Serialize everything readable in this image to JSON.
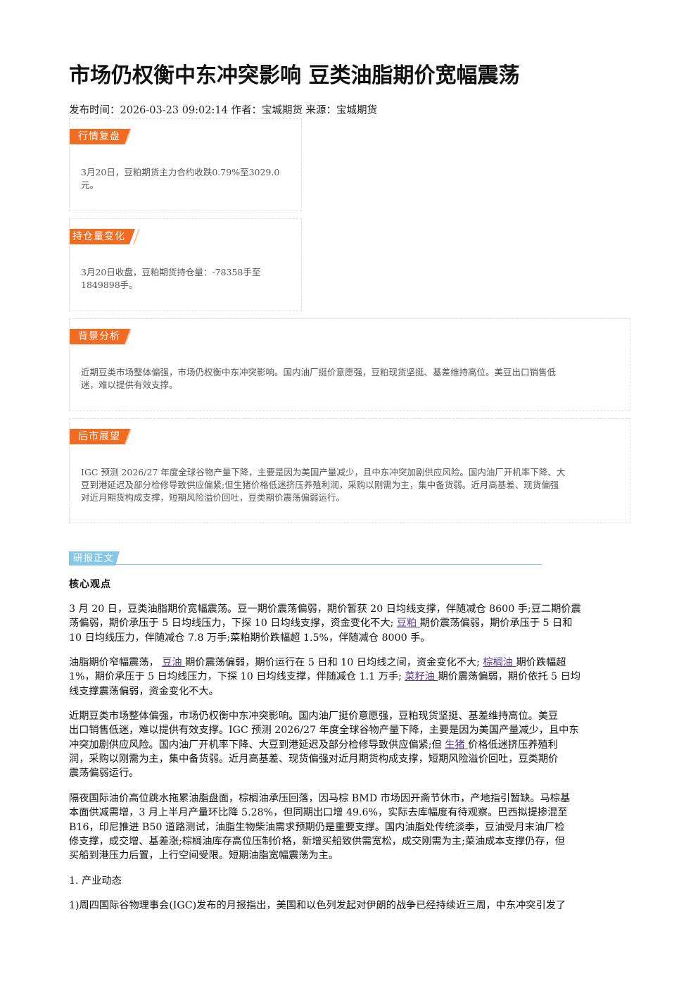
{
  "article": {
    "title": "市场仍权衡中东冲突影响 豆类油脂期价宽幅震荡",
    "meta": "发布时间：2026-03-23 09:02:14 作者：宝城期货 来源：宝城期货"
  },
  "boxes": {
    "market_review": {
      "tag": "行情复盘",
      "lines": [
        "3月20日，豆粕期货主力合约收跌0.79%至3029.0",
        "元。"
      ]
    },
    "position_change": {
      "tag": "持仓量变化",
      "lines": [
        "3月20日收盘，豆粕期货持仓量：-78358手至",
        "1849898手。"
      ]
    },
    "background": {
      "tag": "背景分析",
      "lines": [
        "近期豆类市场整体偏强，市场仍权衡中东冲突影响。国内油厂挺价意愿强，豆粕现货坚挺、基差维持高位。美豆出口销售低",
        "迷，难以提供有效支撑。"
      ]
    },
    "outlook": {
      "tag": "后市展望",
      "lines": [
        "IGC 预测 2026/27 年度全球谷物产量下降，主要是因为美国产量减少，且中东冲突加剧供应风险。国内油厂开机率下降、大",
        "豆到港延迟及部分检修导致供应偏紧;但生猪价格低迷挤压养殖利润，采购以刚需为主，集中备货弱。近月高基差、现货偏强",
        "对近月期货构成支撑，短期风险溢价回吐，豆类期价震荡偏弱运行。"
      ]
    }
  },
  "report": {
    "section_tag": "研报正文",
    "core_heading": "核心观点",
    "p1": {
      "l1": "3 月 20 日，豆类油脂期价宽幅震荡。豆一期价震荡偏弱，期价暂获 20 日均线支撑，伴随减仓 8600 手;豆二期价震",
      "l2a": "荡偏弱，期价承压于 5 日均线压力，下探 10 日均线支撑，资金变化不大; ",
      "link1": "豆粕 ",
      "l2b": "期价震荡偏弱，期价承压于 5 日和",
      "l3": "10 日均线压力，伴随减仓 7.8 万手;菜粕期价跌幅超 1.5%，伴随减仓 8000 手。"
    },
    "p2": {
      "l1a": "油脂期价窄幅震荡， ",
      "link1": "豆油 ",
      "l1b": "期价震荡偏弱，期价运行在 5 日和 10 日均线之间，资金变化不大; ",
      "link2": "棕榈油 ",
      "l1c": "期价跌幅超",
      "l2a": "1%，期价承压于 5 日均线压力，下探 10 日均线支撑，伴随减仓 1.1 万手; ",
      "link3": "菜籽油 ",
      "l2b": "期价震荡偏弱，期价依托 5 日均",
      "l3": "线支撑震荡偏弱，资金变化不大。"
    },
    "p3": {
      "l1": "近期豆类市场整体偏强，市场仍权衡中东冲突影响。国内油厂挺价意愿强，豆粕现货坚挺、基差维持高位。美豆",
      "l2": "出口销售低迷，难以提供有效支撑。IGC 预测 2026/27 年度全球谷物产量下降，主要是因为美国产量减少，且中东",
      "l3a": "冲突加剧供应风险。国内油厂开机率下降、大豆到港延迟及部分检修导致供应偏紧;但 ",
      "link1": "生猪 ",
      "l3b": "价格低迷挤压养殖利",
      "l4": "润，采购以刚需为主，集中备货弱。近月高基差、现货偏强对近月期货构成支撑，短期风险溢价回吐，豆类期价",
      "l5": "震荡偏弱运行。"
    },
    "p4": {
      "l1": "隔夜国际油价高位跳水拖累油脂盘面，棕榈油承压回落，因马棕 BMD 市场因开斋节休市，产地指引暂缺。马棕基",
      "l2": "本面供减需增，3 月上半月产量环比降 5.28%，但同期出口增 49.6%，实际去库幅度有待观察。巴西拟提掺混至",
      "l3": "B16，印尼推进 B50 道路测试，油脂生物柴油需求预期仍是重要支撑。国内油脂处传统淡季，豆油受月末油厂检",
      "l4": "修支撑，成交增、基差涨;棕榈油库存高位压制价格，新增买船致供需宽松，成交刚需为主;菜油成本支撑仍存，但",
      "l5": "买船到港压力后置，上行空间受限。短期油脂宽幅震荡为主。"
    },
    "section1": "1. 产业动态",
    "p5": "1)周四国际谷物理事会(IGC)发布的月报指出，美国和以色列发起对伊朗的战争已经持续近三周，中东冲突引发了"
  }
}
